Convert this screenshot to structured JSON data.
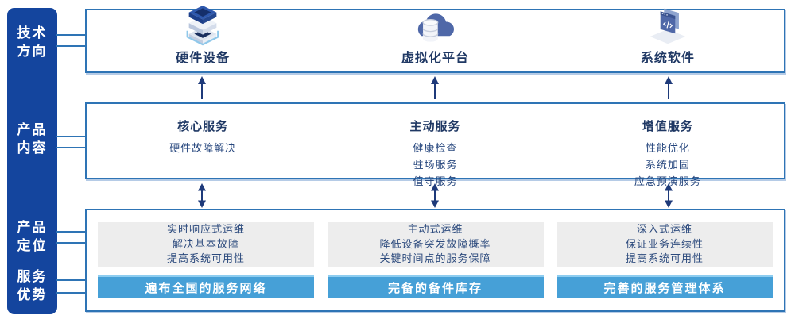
{
  "palette": {
    "sidebar_blue": "#14459e",
    "border_blue": "#2e74b5",
    "navy_text": "#1f3864",
    "bar_blue": "#46a0d7",
    "gray_box": "#ededed",
    "arrow_navy": "#1e3a7a"
  },
  "sidebar": {
    "groups": [
      {
        "line1": "技术",
        "line2": "方向"
      },
      {
        "line1": "产品",
        "line2": "内容"
      },
      {
        "line1": "产品",
        "line2": "定位"
      },
      {
        "line1": "服务",
        "line2": "优势"
      }
    ]
  },
  "tech_row": {
    "items": [
      {
        "icon": "hardware-stack-icon",
        "label": "硬件设备"
      },
      {
        "icon": "cloud-database-icon",
        "label": "虚拟化平台"
      },
      {
        "icon": "code-window-icon",
        "label": "系统软件"
      }
    ]
  },
  "content_row": {
    "columns": [
      {
        "title": "核心服务",
        "items": [
          "硬件故障解决"
        ]
      },
      {
        "title": "主动服务",
        "items": [
          "健康检查",
          "驻场服务",
          "值守服务"
        ]
      },
      {
        "title": "增值服务",
        "items": [
          "性能优化",
          "系统加固",
          "应急预演服务"
        ]
      }
    ]
  },
  "bottom_row": {
    "columns": [
      {
        "positioning": [
          "实时响应式运维",
          "解决基本故障",
          "提高系统可用性"
        ],
        "advantage": "遍布全国的服务网络"
      },
      {
        "positioning": [
          "主动式运维",
          "降低设备突发故障概率",
          "关键时间点的服务保障"
        ],
        "advantage": "完备的备件库存"
      },
      {
        "positioning": [
          "深入式运维",
          "保证业务连续性",
          "提高系统可用性"
        ],
        "advantage": "完善的服务管理体系"
      }
    ]
  }
}
